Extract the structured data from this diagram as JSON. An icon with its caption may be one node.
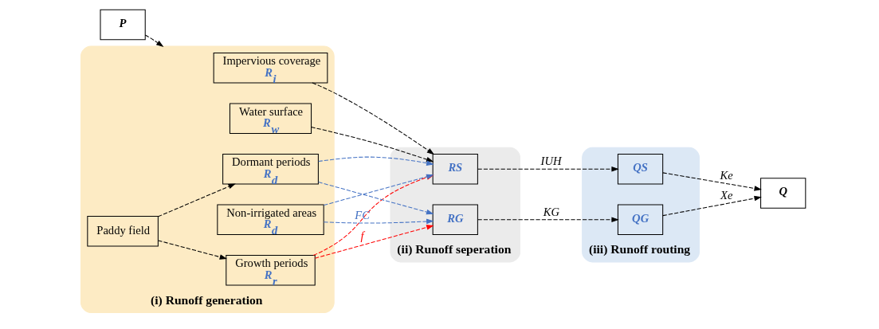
{
  "diagram": {
    "nodes": [
      {
        "text": [
          "P"
        ]
      },
      {
        "text": [
          "(i) Runoff generation"
        ]
      },
      {
        "text": [
          "Water surface",
          "R$_{w}$"
        ],
        "in": 1
      },
      {
        "text": [
          "Impervious coverage",
          "R$_{i}$"
        ],
        "in": 1
      },
      {
        "text": [
          "Paddy field"
        ],
        "in": 1
      },
      {
        "text": [
          "Growth periods",
          "R$_{r}$"
        ],
        "in": 1
      },
      {
        "text": [
          "Dormant periods",
          "R$_{d}$"
        ],
        "in": 1
      },
      {
        "text": [
          "Non-irrigated areas",
          "R$_{d}$"
        ],
        "in": 1
      },
      {
        "text": [
          "(ii) Runoff seperation"
        ]
      },
      {
        "text": [
          "RS"
        ],
        "in": 8
      },
      {
        "text": [
          "RG"
        ],
        "in": 8
      },
      {
        "text": [
          "(iii) Runoff routing"
        ]
      },
      {
        "text": [
          "QS"
        ],
        "in": 11
      },
      {
        "text": [
          "QG"
        ],
        "in": 11
      },
      {
        "text": [
          "Q"
        ]
      }
    ],
    "edges": [
      {
        "from": 0,
        "to": 1,
        "arrow": "to",
        "style": "dashed"
      },
      {
        "from": 4,
        "to": 5,
        "arrow": "to",
        "style": "dashed"
      },
      {
        "from": 4,
        "to": 6,
        "arrow": "to",
        "style": "dashed"
      },
      {
        "from": 2,
        "to": 9,
        "arrow": "to",
        "style": "dashed"
      },
      {
        "from": 3,
        "to": 9,
        "arrow": "to",
        "style": "dashed"
      },
      {
        "from": 5,
        "to": 9,
        "arrow": "to",
        "style": "dashed",
        "color": "#ff0000"
      },
      {
        "from": 5,
        "to": 10,
        "arrow": "to",
        "style": "dashed",
        "color": "#ff0000",
        "label": "f"
      },
      {
        "from": 6,
        "to": 9,
        "arrow": "to",
        "style": "dashed",
        "color": "#4472c4"
      },
      {
        "from": 7,
        "to": 9,
        "arrow": "to",
        "style": "dashed",
        "color": "#4472c4"
      },
      {
        "from": 6,
        "to": 10,
        "arrow": "to",
        "style": "dashed",
        "color": "#4472c4"
      },
      {
        "from": 7,
        "to": 10,
        "arrow": "to",
        "style": "dashed",
        "color": "#4472c4",
        "label": "FC"
      },
      {
        "from": 9,
        "to": 12,
        "arrow": "to",
        "style": "dashed",
        "label": "IUH"
      },
      {
        "from": 10,
        "to": 13,
        "arrow": "to",
        "style": "dashed",
        "label": "KG"
      },
      {
        "from": 12,
        "to": 14,
        "arrow": "to",
        "style": "dashed",
        "label": "Ke"
      },
      {
        "from": 13,
        "to": 14,
        "arrow": "to",
        "style": "dashed",
        "label": "Xe"
      }
    ]
  }
}
